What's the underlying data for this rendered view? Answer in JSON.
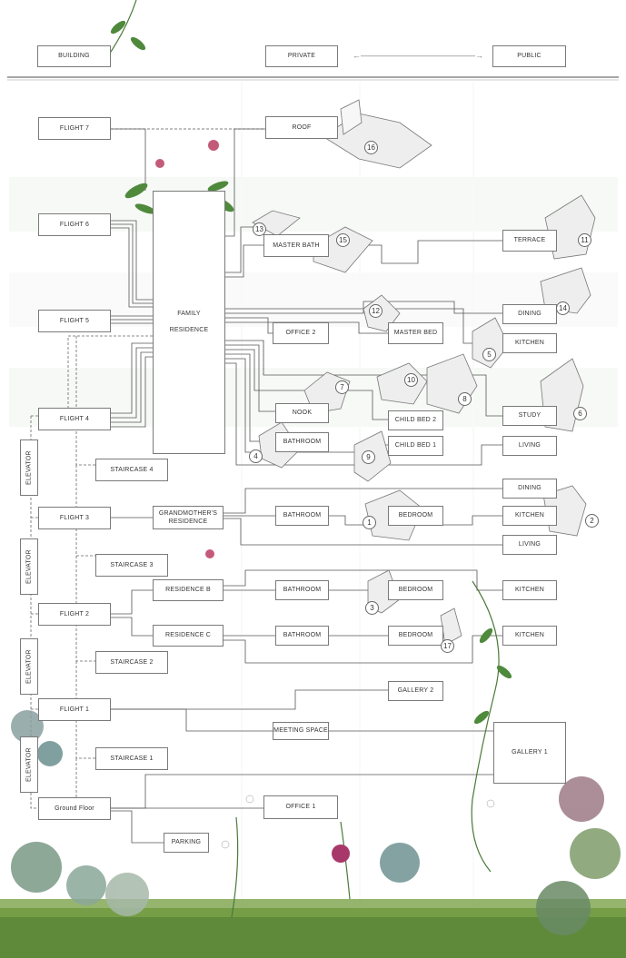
{
  "header": {
    "building": "BUILDING",
    "private": "PRIVATE",
    "public": "PUBLIC",
    "arrow": "←——————————————→"
  },
  "flights": {
    "f7": "FLIGHT 7",
    "f6": "FLIGHT 6",
    "f5": "FLIGHT 5",
    "f4": "FLIGHT 4",
    "f3": "FLIGHT 3",
    "f2": "FLIGHT 2",
    "f1": "FLIGHT 1",
    "ground": "Ground Floor"
  },
  "elevator_label": "ELEVATOR",
  "staircases": {
    "s4": "STAIRCASE 4",
    "s3": "STAIRCASE 3",
    "s2": "STAIRCASE 2",
    "s1": "STAIRCASE 1"
  },
  "spaces": {
    "roof": "ROOF",
    "family_residence": "FAMILY\nRESIDENCE",
    "master_bath": "MASTER BATH",
    "terrace": "TERRACE",
    "office2": "OFFICE 2",
    "master_bed": "MASTER BED",
    "dining5": "DINING",
    "kitchen5": "KITCHEN",
    "nook": "NOOK",
    "child_bed2": "CHILD BED 2",
    "study": "STUDY",
    "bathroom4": "BATHROOM",
    "child_bed1": "CHILD BED 1",
    "living4": "LIVING",
    "grandmother": "GRANDMOTHER'S\nRESIDENCE",
    "bathroom3": "BATHROOM",
    "bedroom3": "BEDROOM",
    "dining3": "DINING",
    "kitchen3": "KITCHEN",
    "living3": "LIVING",
    "residence_b": "RESIDENCE B",
    "bathroom_b": "BATHROOM",
    "bedroom_b": "BEDROOM",
    "kitchen_b": "KITCHEN",
    "residence_c": "RESIDENCE C",
    "bathroom_c": "BATHROOM",
    "bedroom_c": "BEDROOM",
    "kitchen_c": "KITCHEN",
    "gallery2": "GALLERY 2",
    "meeting": "MEETING SPACE",
    "gallery1": "GALLERY 1",
    "office1": "OFFICE 1",
    "parking": "PARKING"
  },
  "markers": [
    "1",
    "2",
    "3",
    "4",
    "5",
    "6",
    "7",
    "8",
    "9",
    "10",
    "11",
    "12",
    "13",
    "14",
    "15",
    "16",
    "17"
  ]
}
